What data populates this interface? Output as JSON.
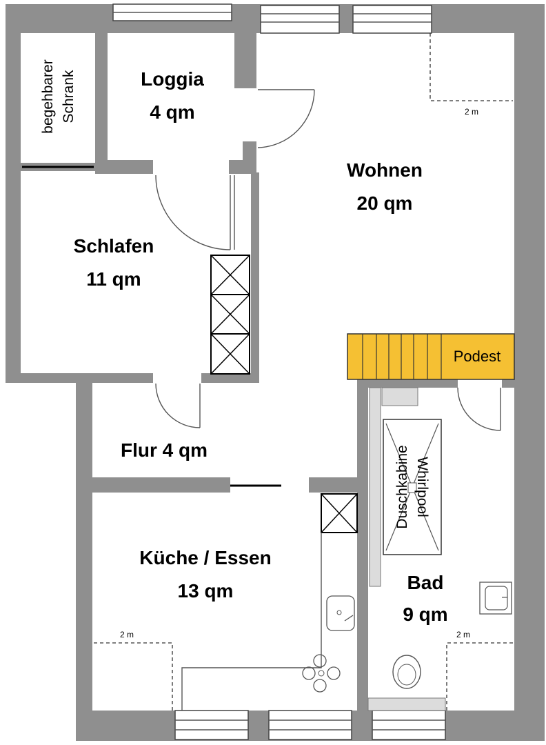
{
  "rooms": {
    "loggia": {
      "name": "Loggia",
      "area": "4 qm"
    },
    "wohnen": {
      "name": "Wohnen",
      "area": "20 qm"
    },
    "schlafen": {
      "name": "Schlafen",
      "area": "11 qm"
    },
    "flur": {
      "name": "Flur 4 qm"
    },
    "kueche": {
      "name": "Küche / Essen",
      "area": "13 qm"
    },
    "bad": {
      "name": "Bad",
      "area": "9 qm"
    },
    "schrank": {
      "line1": "begehbarer",
      "line2": "Schrank"
    }
  },
  "fixtures": {
    "podest": "Podest",
    "dusche": "Duschkabine",
    "whirlpool": "Whirlpool"
  },
  "dimensions": {
    "wohnen_mark": "2 m",
    "kueche_mark": "2 m",
    "bad_mark": "2 m"
  },
  "colors": {
    "wall": "#8f8f8f",
    "stairs": "#f5c033"
  }
}
